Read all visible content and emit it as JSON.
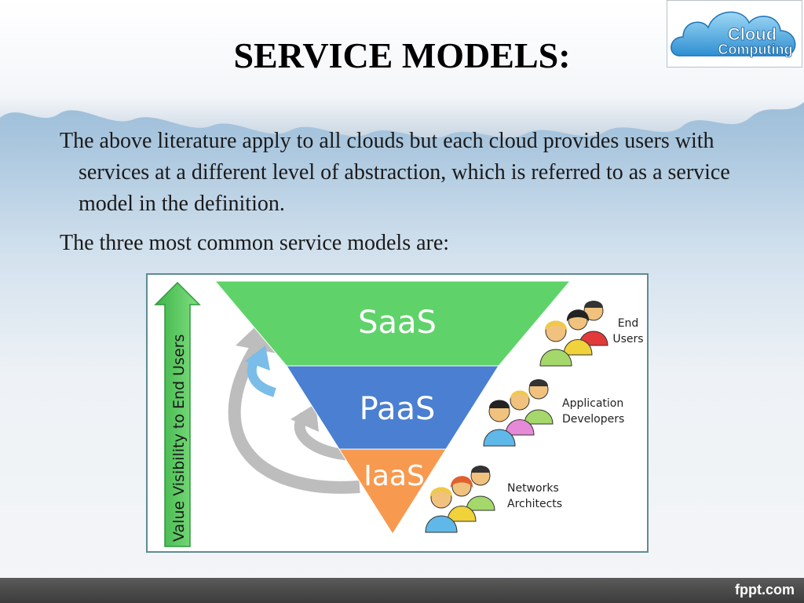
{
  "slide": {
    "title": "SERVICE MODELS:",
    "paragraph1": "The above literature apply to all clouds but each cloud provides users with services at a different level of abstraction, which is referred to as a service model in the definition.",
    "paragraph2": "The three most common service models are:"
  },
  "logo": {
    "line1": "Cloud",
    "line2": "Computing"
  },
  "diagram": {
    "axis_label": "Value Visibility to End Users",
    "layers": [
      {
        "label": "SaaS",
        "color": "#5fd36a"
      },
      {
        "label": "PaaS",
        "color": "#4a7fd1"
      },
      {
        "label": "IaaS",
        "color": "#f79a4f"
      }
    ],
    "groups": [
      {
        "line1": "End",
        "line2": "Users"
      },
      {
        "line1": "Application",
        "line2": "Developers"
      },
      {
        "line1": "Networks",
        "line2": "Architects"
      }
    ]
  },
  "footer": {
    "site": "fppt.com"
  },
  "colors": {
    "axis_arrow": "#59c85e",
    "gray_arrow": "#b9b9b9",
    "light_blue_arrow": "#79bde8",
    "frame_border": "#5f8c91"
  }
}
